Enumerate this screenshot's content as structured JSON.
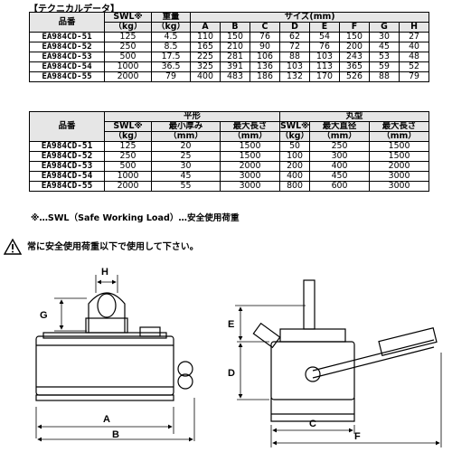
{
  "heading": "【テクニカルデータ】",
  "table1": {
    "col_model": "品番",
    "col_swl": "SWL※",
    "col_swl_unit": "（kg）",
    "col_weight": "重量",
    "col_weight_unit": "（kg）",
    "col_size": "サイズ(mm)",
    "size_letters": [
      "A",
      "B",
      "C",
      "D",
      "E",
      "F",
      "G",
      "H"
    ],
    "rows": [
      {
        "model": "EA984CD-51",
        "swl": "125",
        "weight": "4.5",
        "dims": [
          "110",
          "150",
          "76",
          "62",
          "54",
          "150",
          "30",
          "27"
        ]
      },
      {
        "model": "EA984CD-52",
        "swl": "250",
        "weight": "8.5",
        "dims": [
          "165",
          "210",
          "90",
          "72",
          "76",
          "200",
          "45",
          "40"
        ]
      },
      {
        "model": "EA984CD-53",
        "swl": "500",
        "weight": "17.5",
        "dims": [
          "225",
          "281",
          "106",
          "88",
          "103",
          "243",
          "53",
          "48"
        ]
      },
      {
        "model": "EA984CD-54",
        "swl": "1000",
        "weight": "36.5",
        "dims": [
          "325",
          "391",
          "136",
          "103",
          "113",
          "365",
          "59",
          "52"
        ]
      },
      {
        "model": "EA984CD-55",
        "swl": "2000",
        "weight": "79",
        "dims": [
          "400",
          "483",
          "186",
          "132",
          "170",
          "526",
          "88",
          "79"
        ]
      }
    ]
  },
  "table2": {
    "col_model": "品番",
    "group_flat": "平形",
    "group_round": "丸型",
    "swl": "SWL※",
    "swl_unit": "（kg）",
    "flat_min_thick": "最小厚み",
    "flat_max_len": "最大長さ",
    "round_max_dia": "最大直径",
    "round_max_len": "最大長さ",
    "mm": "（mm）",
    "rows": [
      {
        "model": "EA984CD-51",
        "f_swl": "125",
        "f_thick": "20",
        "f_len": "1500",
        "r_swl": "50",
        "r_dia": "250",
        "r_len": "1500"
      },
      {
        "model": "EA984CD-52",
        "f_swl": "250",
        "f_thick": "25",
        "f_len": "1500",
        "r_swl": "100",
        "r_dia": "300",
        "r_len": "1500"
      },
      {
        "model": "EA984CD-53",
        "f_swl": "500",
        "f_thick": "30",
        "f_len": "2000",
        "r_swl": "200",
        "r_dia": "400",
        "r_len": "2000"
      },
      {
        "model": "EA984CD-54",
        "f_swl": "1000",
        "f_thick": "45",
        "f_len": "3000",
        "r_swl": "400",
        "r_dia": "450",
        "r_len": "3000"
      },
      {
        "model": "EA984CD-55",
        "f_swl": "2000",
        "f_thick": "55",
        "f_len": "3000",
        "r_swl": "800",
        "r_dia": "600",
        "r_len": "3000"
      }
    ]
  },
  "note": "※…SWL（Safe Working Load）…安全使用荷重",
  "warning": "常に安全使用荷重以下で使用して下さい。",
  "warning_icon": "warning-triangle-icon",
  "dims": {
    "A": "A",
    "B": "B",
    "C": "C",
    "D": "D",
    "E": "E",
    "F": "F",
    "G": "G",
    "H": "H"
  }
}
